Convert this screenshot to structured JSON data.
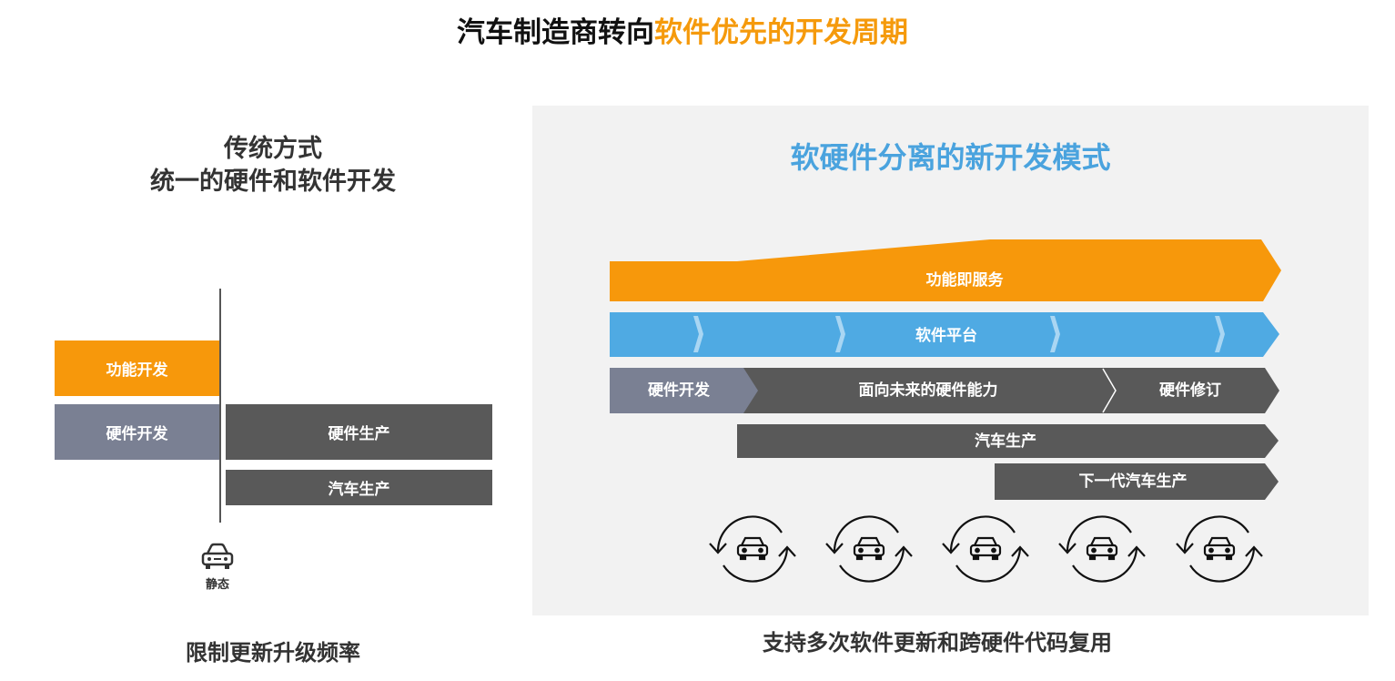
{
  "title": {
    "part1": "汽车制造商转向",
    "part2": "软件优先的开发周期"
  },
  "left": {
    "title_line1": "传统方式",
    "title_line2": "统一的硬件和软件开发",
    "function_dev": "功能开发",
    "hardware_dev": "硬件开发",
    "hardware_prod": "硬件生产",
    "vehicle_prod": "汽车生产",
    "static_label": "静态",
    "caption": "限制更新升级频率"
  },
  "right": {
    "title": "软硬件分离的新开发模式",
    "faas": "功能即服务",
    "software_platform": "软件平台",
    "hardware_dev": "硬件开发",
    "future_hw": "面向未来的硬件能力",
    "hw_revision": "硬件修订",
    "vehicle_prod": "汽车生产",
    "next_gen_prod": "下一代汽车生产",
    "caption": "支持多次软件更新和跨硬件代码复用"
  },
  "colors": {
    "orange": "#f7980b",
    "blue": "#4faae3",
    "slate": "#7a8093",
    "dark_gray": "#595959",
    "panel_bg": "#f2f2f2"
  }
}
